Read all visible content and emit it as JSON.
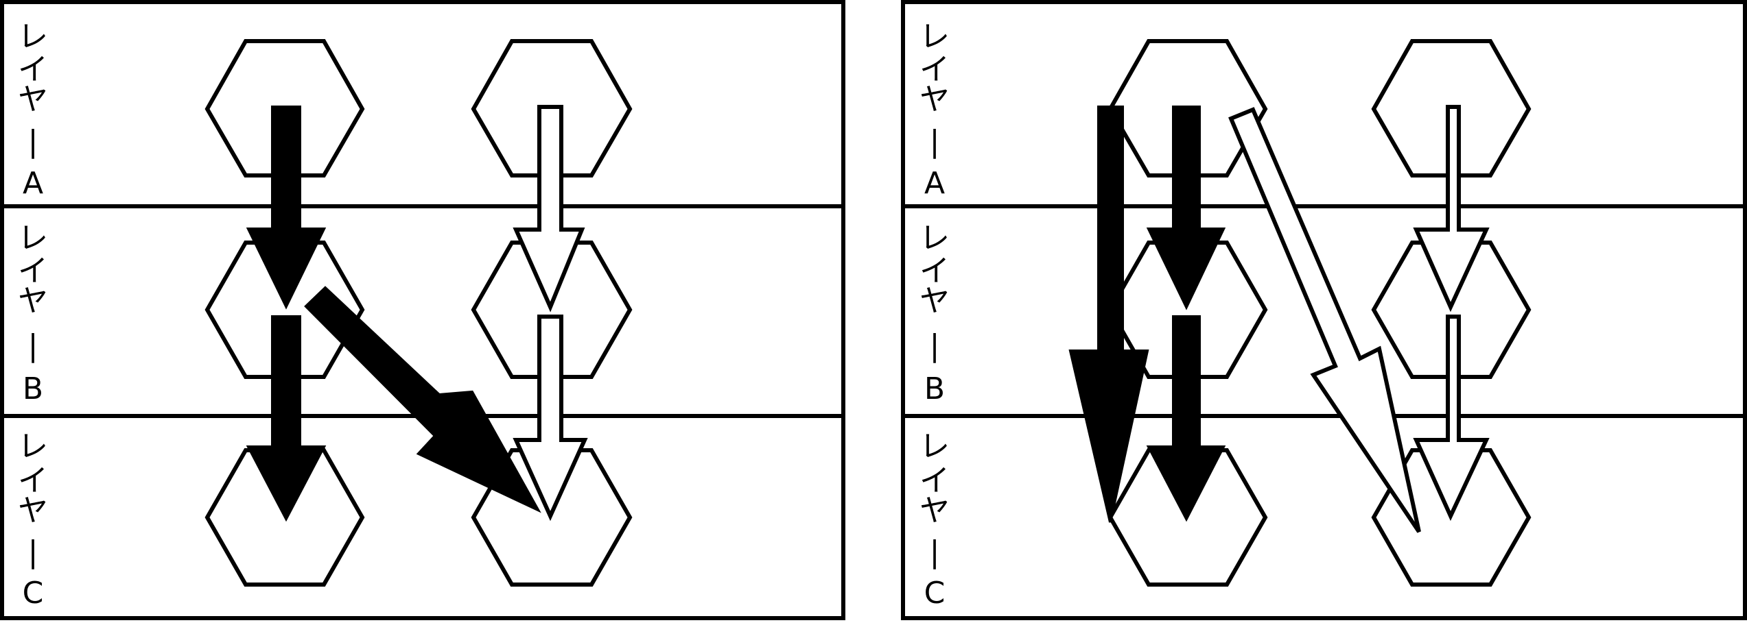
{
  "panels": [
    {
      "layers": [
        {
          "label_chars": [
            "レ",
            "イ",
            "ヤ",
            "|",
            "A"
          ]
        },
        {
          "label_chars": [
            "レ",
            "イ",
            "ヤ",
            "|",
            "B"
          ]
        },
        {
          "label_chars": [
            "レ",
            "イ",
            "ヤ",
            "|",
            "C"
          ]
        }
      ],
      "connections": [
        {
          "from_layer": 0,
          "from_node": 0,
          "to_layer": 1,
          "to_node": 0,
          "style": "solid"
        },
        {
          "from_layer": 1,
          "from_node": 0,
          "to_layer": 2,
          "to_node": 0,
          "style": "solid"
        },
        {
          "from_layer": 1,
          "from_node": 0,
          "to_layer": 2,
          "to_node": 1,
          "style": "solid"
        },
        {
          "from_layer": 0,
          "from_node": 1,
          "to_layer": 1,
          "to_node": 1,
          "style": "hollow"
        },
        {
          "from_layer": 1,
          "from_node": 1,
          "to_layer": 2,
          "to_node": 1,
          "style": "hollow"
        }
      ]
    },
    {
      "layers": [
        {
          "label_chars": [
            "レ",
            "イ",
            "ヤ",
            "|",
            "A"
          ]
        },
        {
          "label_chars": [
            "レ",
            "イ",
            "ヤ",
            "|",
            "B"
          ]
        },
        {
          "label_chars": [
            "レ",
            "イ",
            "ヤ",
            "|",
            "C"
          ]
        }
      ],
      "connections": [
        {
          "from_layer": 0,
          "from_node": 0,
          "to_layer": 1,
          "to_node": 0,
          "style": "solid"
        },
        {
          "from_layer": 1,
          "from_node": 0,
          "to_layer": 2,
          "to_node": 0,
          "style": "solid"
        },
        {
          "from_layer": 0,
          "from_node": 0,
          "to_layer": 2,
          "to_node": 0,
          "style": "solid",
          "skip": true
        },
        {
          "from_layer": 0,
          "from_node": 1,
          "to_layer": 1,
          "to_node": 1,
          "style": "hollow"
        },
        {
          "from_layer": 1,
          "from_node": 1,
          "to_layer": 2,
          "to_node": 1,
          "style": "hollow"
        },
        {
          "from_layer": 0,
          "from_node": 0,
          "to_layer": 2,
          "to_node": 1,
          "style": "hollow",
          "skip": true
        }
      ]
    }
  ]
}
